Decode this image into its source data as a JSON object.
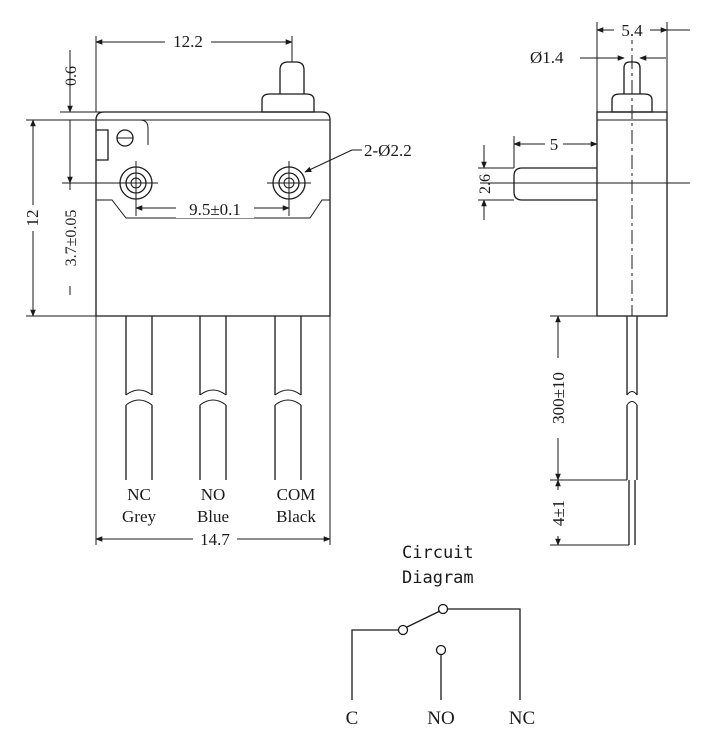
{
  "front_view": {
    "dim_width_top": "12.2",
    "dim_plunger_height": "0.6",
    "dim_height": "12",
    "dim_hole_offset": "3.7±0.05",
    "dim_hole_pitch": "9.5±0.1",
    "dim_holes": "2-Ø2.2",
    "dim_width_bottom": "14.7",
    "wires": [
      {
        "terminal": "NC",
        "color": "Grey"
      },
      {
        "terminal": "NO",
        "color": "Blue"
      },
      {
        "terminal": "COM",
        "color": "Black"
      }
    ]
  },
  "side_view": {
    "dim_width": "5.4",
    "dim_plunger_dia": "Ø1.4",
    "dim_actuator_len": "5",
    "dim_actuator_dia": "2.6",
    "dim_wire_length": "300±10",
    "dim_strip_length": "4±1"
  },
  "circuit": {
    "title_line1": "Circuit",
    "title_line2": "Diagram",
    "labels": [
      "C",
      "NO",
      "NC"
    ]
  }
}
